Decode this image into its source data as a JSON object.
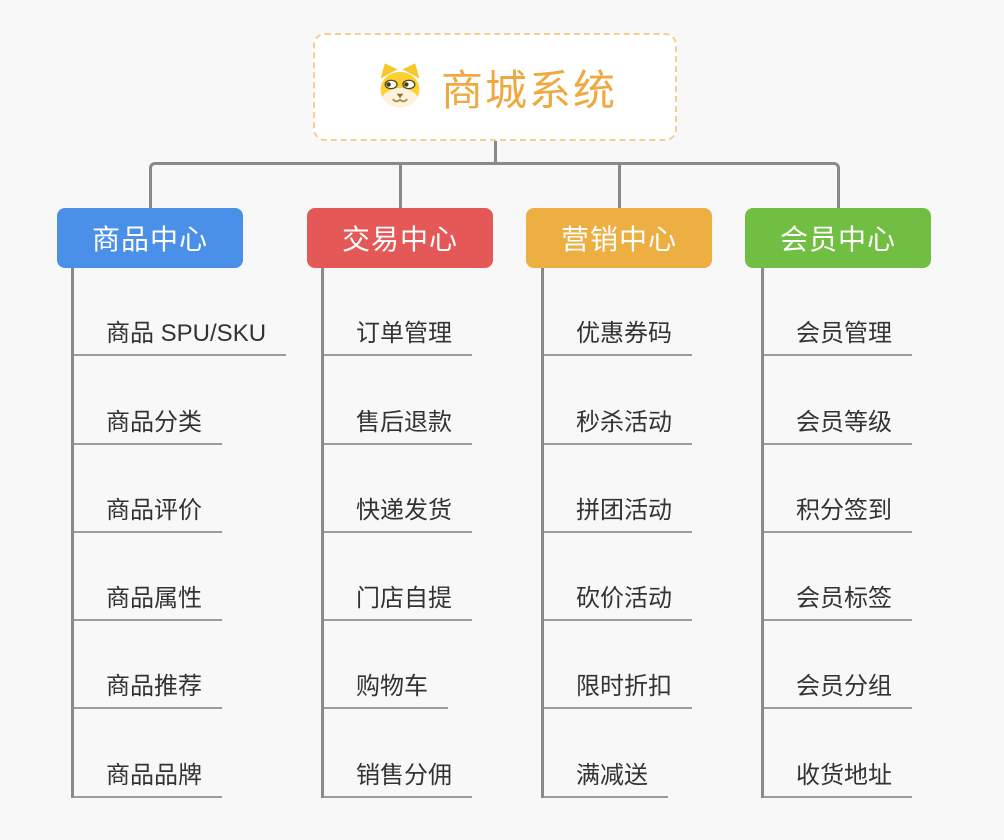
{
  "page": {
    "background": "#F8F8F8",
    "connector_color": "#8A8A8A",
    "underline_color": "#9C9C9C"
  },
  "root": {
    "title": "商城系统",
    "title_color": "#EFA940",
    "icon": "dog-face-icon",
    "border_color": "#F7CE8F"
  },
  "branches": [
    {
      "label": "商品中心",
      "color": "#4A90E9",
      "children": [
        "商品 SPU/SKU",
        "商品分类",
        "商品评价",
        "商品属性",
        "商品推荐",
        "商品品牌"
      ]
    },
    {
      "label": "交易中心",
      "color": "#E45857",
      "children": [
        "订单管理",
        "售后退款",
        "快递发货",
        "门店自提",
        "购物车",
        "销售分佣"
      ]
    },
    {
      "label": "营销中心",
      "color": "#EDAE42",
      "children": [
        "优惠券码",
        "秒杀活动",
        "拼团活动",
        "砍价活动",
        "限时折扣",
        "满减送"
      ]
    },
    {
      "label": "会员中心",
      "color": "#70BF43",
      "children": [
        "会员管理",
        "会员等级",
        "积分签到",
        "会员标签",
        "会员分组",
        "收货地址"
      ]
    }
  ]
}
